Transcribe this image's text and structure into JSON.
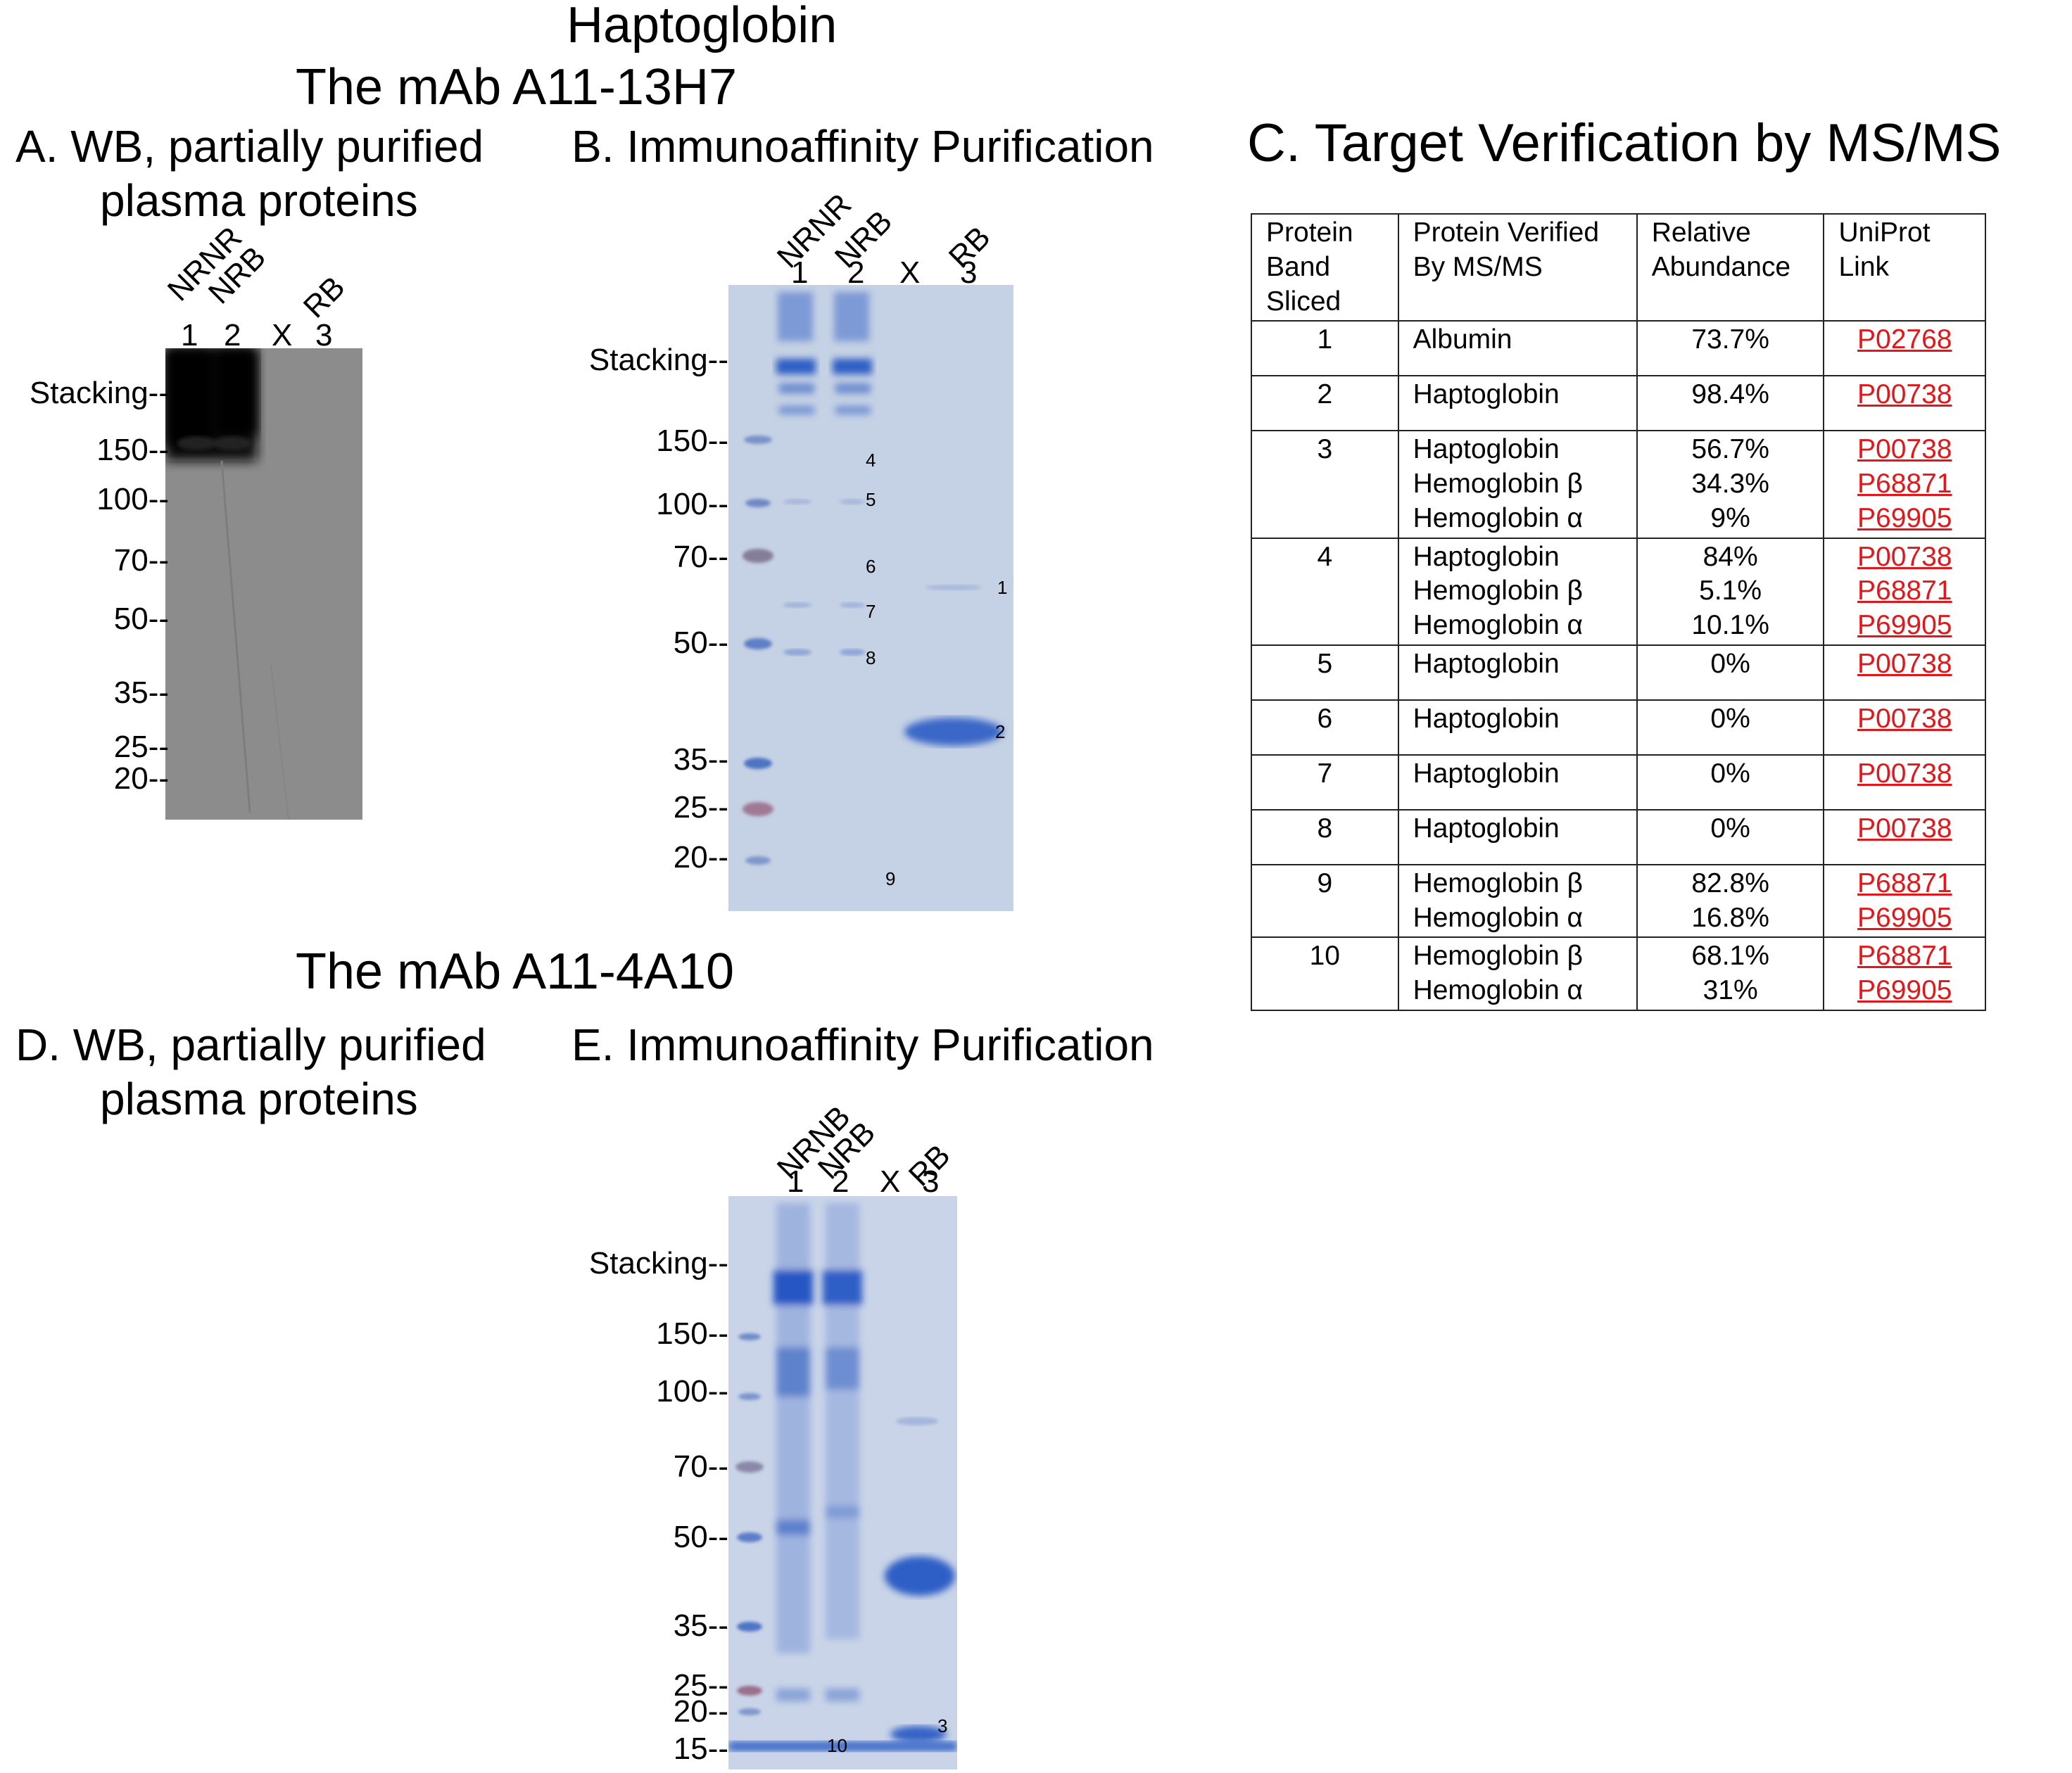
{
  "header": {
    "title": "Haptoglobin",
    "subtitle1": "The mAb A11-13H7",
    "subtitle2": "The mAb A11-4A10"
  },
  "panels": {
    "A": {
      "line1": "A. WB, partially purified",
      "line2": "plasma proteins"
    },
    "B": {
      "line1": "B. Immunoaffinity Purification"
    },
    "C": {
      "line1": "C. Target Verification by MS/MS"
    },
    "D": {
      "line1": "D. WB, partially purified",
      "line2": "plasma proteins"
    },
    "E": {
      "line1": "E. Immunoaffinity Purification"
    }
  },
  "gelA": {
    "lane_labels": [
      "NRNR",
      "NRB",
      "RB"
    ],
    "lane_numbers": [
      "1",
      "2",
      "X",
      "3"
    ],
    "markers": [
      "Stacking--",
      "150--",
      "100--",
      "70--",
      "50--",
      "35--",
      "25--",
      "20--"
    ]
  },
  "gelB": {
    "lane_labels": [
      "NRNR",
      "NRB",
      "RB"
    ],
    "lane_numbers": [
      "1",
      "2",
      "X",
      "3"
    ],
    "markers": [
      "Stacking--",
      "150--",
      "100--",
      "70--",
      "50--",
      "35--",
      "25--",
      "20--"
    ],
    "band_numbers": [
      "4",
      "5",
      "6",
      "7",
      "8",
      "1",
      "2",
      "9"
    ]
  },
  "gelE": {
    "lane_labels": [
      "NRNB",
      "NRB",
      "RB"
    ],
    "lane_numbers": [
      "1",
      "2",
      "X",
      "3"
    ],
    "markers": [
      "Stacking--",
      "150--",
      "100--",
      "70--",
      "50--",
      "35--",
      "25--",
      "20--",
      "15--"
    ],
    "band_numbers": [
      "10",
      "3"
    ]
  },
  "table": {
    "headers": [
      "Protein Band Sliced",
      "Protein Verified By MS/MS",
      "Relative Abundance",
      "UniProt Link"
    ],
    "header_lines": [
      [
        "Protein",
        "Band",
        "Sliced"
      ],
      [
        "Protein Verified",
        "By MS/MS"
      ],
      [
        "Relative",
        "Abundance"
      ],
      [
        "UniProt",
        "Link"
      ]
    ],
    "rows": [
      {
        "band": "1",
        "proteins": [
          "Albumin"
        ],
        "abundance": [
          "73.7%"
        ],
        "links": [
          "P02768"
        ]
      },
      {
        "band": "2",
        "proteins": [
          "Haptoglobin"
        ],
        "abundance": [
          "98.4%"
        ],
        "links": [
          "P00738"
        ]
      },
      {
        "band": "3",
        "proteins": [
          "Haptoglobin",
          "Hemoglobin β",
          "Hemoglobin α"
        ],
        "abundance": [
          "56.7%",
          "34.3%",
          "9%"
        ],
        "links": [
          "P00738",
          "P68871",
          "P69905"
        ]
      },
      {
        "band": "4",
        "proteins": [
          "Haptoglobin",
          "Hemoglobin β",
          "Hemoglobin α"
        ],
        "abundance": [
          "84%",
          "5.1%",
          "10.1%"
        ],
        "links": [
          "P00738",
          "P68871",
          "P69905"
        ]
      },
      {
        "band": "5",
        "proteins": [
          "Haptoglobin"
        ],
        "abundance": [
          "0%"
        ],
        "links": [
          "P00738"
        ]
      },
      {
        "band": "6",
        "proteins": [
          "Haptoglobin"
        ],
        "abundance": [
          "0%"
        ],
        "links": [
          "P00738"
        ]
      },
      {
        "band": "7",
        "proteins": [
          "Haptoglobin"
        ],
        "abundance": [
          "0%"
        ],
        "links": [
          "P00738"
        ]
      },
      {
        "band": "8",
        "proteins": [
          "Haptoglobin"
        ],
        "abundance": [
          "0%"
        ],
        "links": [
          "P00738"
        ]
      },
      {
        "band": "9",
        "proteins": [
          "Hemoglobin β",
          "Hemoglobin α"
        ],
        "abundance": [
          "82.8%",
          "16.8%"
        ],
        "links": [
          "P68871",
          "P69905"
        ]
      },
      {
        "band": "10",
        "proteins": [
          "Hemoglobin β",
          "Hemoglobin α"
        ],
        "abundance": [
          "68.1%",
          "31%"
        ],
        "links": [
          "P68871",
          "P69905"
        ]
      }
    ]
  }
}
